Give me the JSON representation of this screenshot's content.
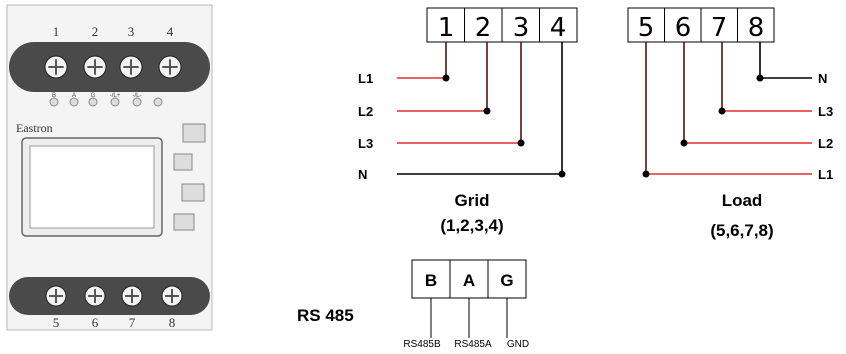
{
  "meter": {
    "brand": "Eastron",
    "top_terminals": [
      "1",
      "2",
      "3",
      "4"
    ],
    "bottom_terminals": [
      "5",
      "6",
      "7",
      "8"
    ],
    "led_labels": [
      "B",
      "A",
      "G",
      "-/L+",
      "-/L-"
    ]
  },
  "grid": {
    "terminals": [
      "1",
      "2",
      "3",
      "4"
    ],
    "lines": [
      "L1",
      "L2",
      "L3",
      "N"
    ],
    "caption_line1": "Grid",
    "caption_line2": "(1,2,3,4)"
  },
  "load": {
    "terminals": [
      "5",
      "6",
      "7",
      "8"
    ],
    "lines": [
      "N",
      "L3",
      "L2",
      "L1"
    ],
    "caption_line1": "Load",
    "caption_line2": "(5,6,7,8)"
  },
  "rs485": {
    "title": "RS 485",
    "terminals": [
      "B",
      "A",
      "G"
    ],
    "signals": [
      "RS485B",
      "RS485A",
      "GND"
    ]
  },
  "colors": {
    "phase": "#e0312f",
    "neutral": "#000000",
    "meter_band": "#4a4a4a"
  }
}
